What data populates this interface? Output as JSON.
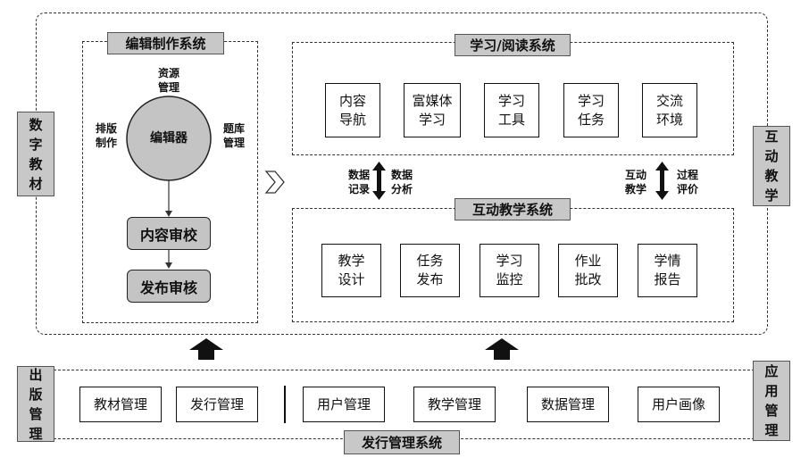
{
  "left_tag": "数字教材",
  "right_tag": "互动教学",
  "edit_system": {
    "title": "编辑制作系统",
    "editor": "编辑器",
    "label_top": "资源\n管理",
    "label_left": "排版\n制作",
    "label_right": "题库\n管理",
    "step1": "内容审校",
    "step2": "发布审核"
  },
  "study_system": {
    "title": "学习/阅读系统",
    "items": [
      "内容\n导航",
      "富媒体\n学习",
      "学习\n工具",
      "学习\n任务",
      "交流\n环境"
    ]
  },
  "middle_labels": {
    "left_a": "数据\n记录",
    "left_b": "数据\n分析",
    "right_a": "互动\n教学",
    "right_b": "过程\n评价"
  },
  "interactive_system": {
    "title": "互动教学系统",
    "items": [
      "教学\n设计",
      "任务\n发布",
      "学习\n监控",
      "作业\n批改",
      "学情\n报告"
    ]
  },
  "bottom": {
    "left_tag": "出版管理",
    "right_tag": "应用管理",
    "title": "发行管理系统",
    "items": [
      "教材管理",
      "发行管理",
      "用户管理",
      "教学管理",
      "数据管理",
      "用户画像"
    ]
  }
}
